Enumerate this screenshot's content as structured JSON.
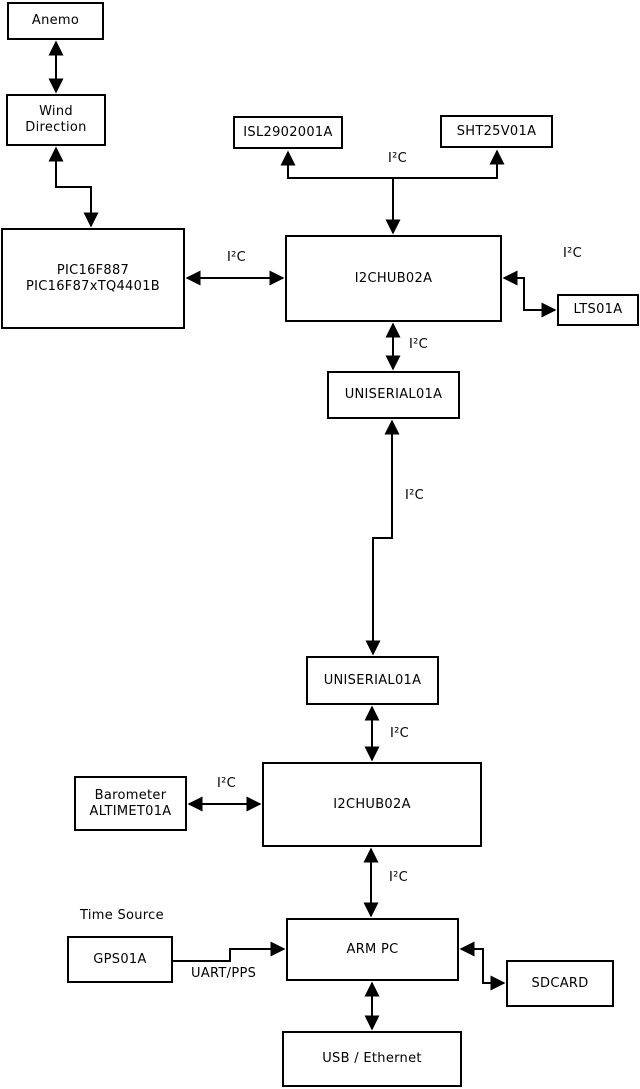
{
  "colors": {
    "line": "#000000",
    "box_background": "#ffffff",
    "text": "#000000"
  },
  "boxes": {
    "anemo": {
      "label": "Anemo"
    },
    "wind": {
      "line1": "Wind",
      "line2": "Direction"
    },
    "pic": {
      "line1": "PIC16F887",
      "line2": "PIC16F87xTQ4401B"
    },
    "isl": {
      "label": "ISL2902001A"
    },
    "sht": {
      "label": "SHT25V01A"
    },
    "hub1": {
      "label": "I2CHUB02A"
    },
    "lts": {
      "label": "LTS01A"
    },
    "uni1": {
      "label": "UNISERIAL01A"
    },
    "uni2": {
      "label": "UNISERIAL01A"
    },
    "hub2": {
      "label": "I2CHUB02A"
    },
    "baro": {
      "line1": "Barometer",
      "line2": "ALTIMET01A"
    },
    "gps": {
      "label": "GPS01A"
    },
    "armpc": {
      "label": "ARM PC"
    },
    "sdcard": {
      "label": "SDCARD"
    },
    "usb": {
      "label": "USB / Ethernet"
    }
  },
  "labels": {
    "i2c_isl_sht": "I²C",
    "i2c_pic_hub1": "I²C",
    "i2c_hub1_lts": "I²C",
    "i2c_hub1_uni1": "I²C",
    "i2c_uni1_uni2": "I²C",
    "i2c_uni2_hub2": "I²C",
    "i2c_baro_hub2": "I²C",
    "i2c_hub2_armpc": "I²C",
    "uart_pps": "UART/PPS",
    "time_source": "Time Source"
  }
}
